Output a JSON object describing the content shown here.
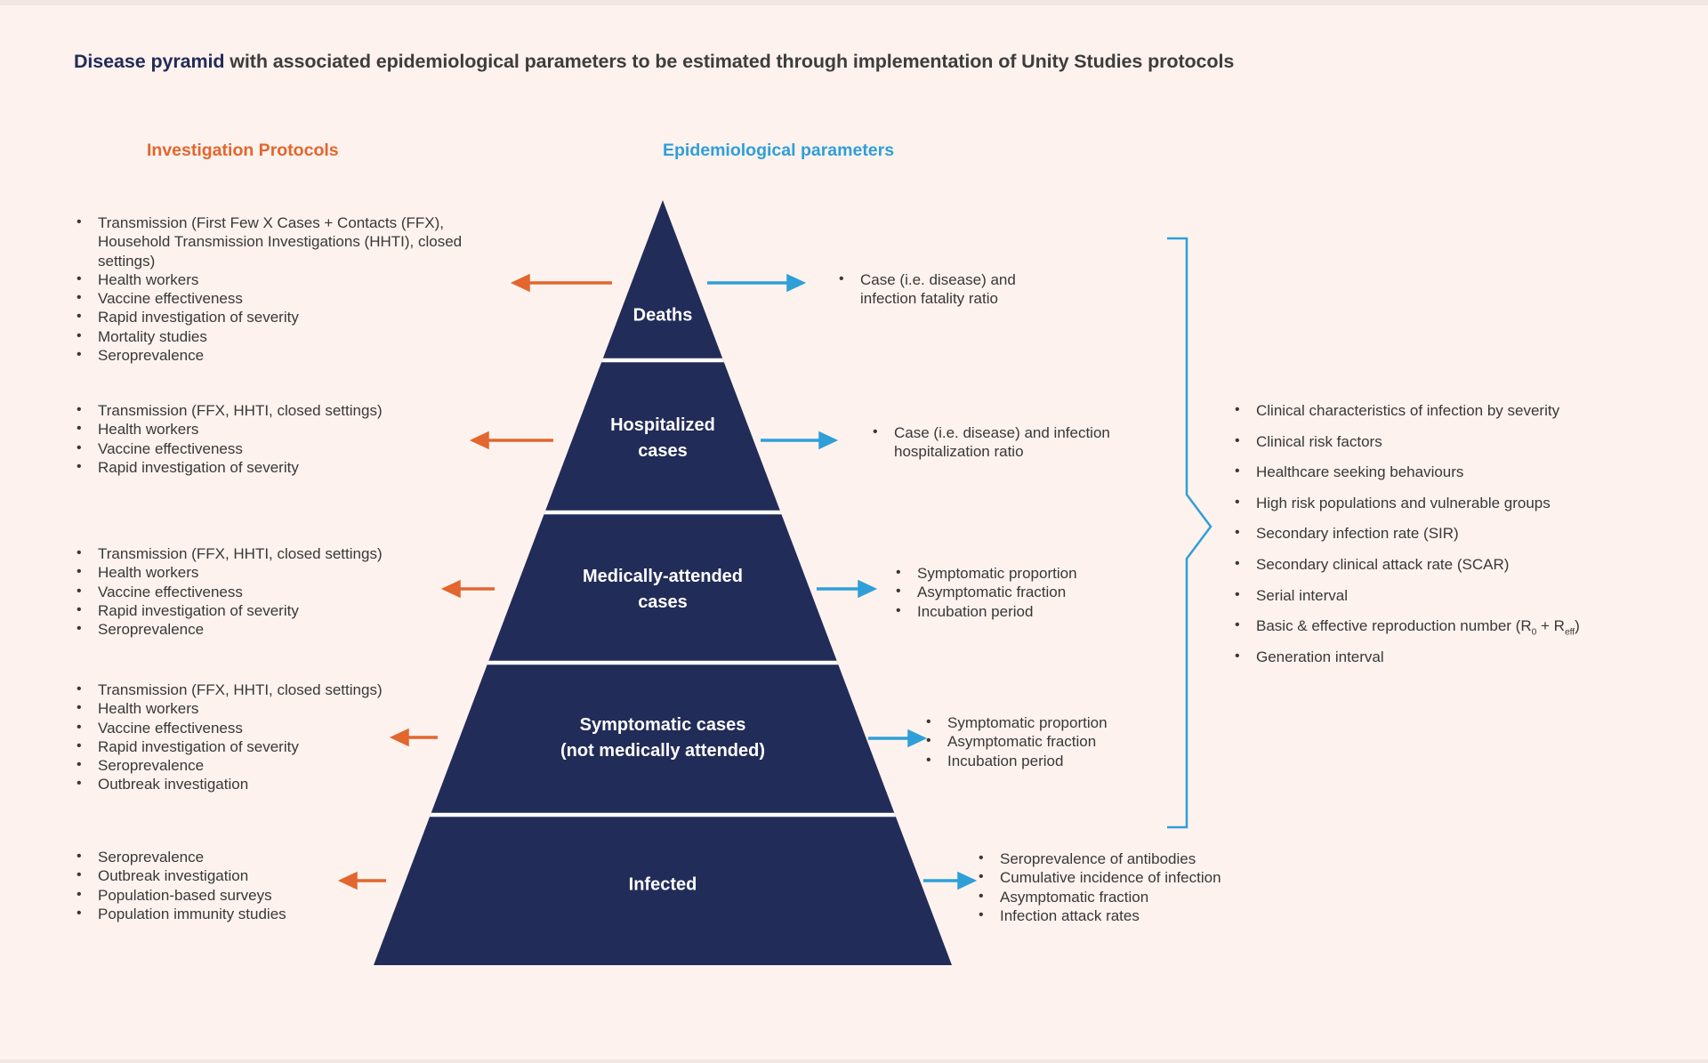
{
  "colors": {
    "background": "#fdf2ee",
    "pyramid_navy": "#222c58",
    "orange_accent": "#e2662e",
    "blue_accent": "#2f9fd8",
    "body_text": "#3a3a3a",
    "divider_white": "#ffffff"
  },
  "title": {
    "highlight": "Disease pyramid",
    "rest": "with associated epidemiological parameters to be estimated through implementation of Unity Studies protocols"
  },
  "headers": {
    "left": "Investigation Protocols",
    "right": "Epidemiological parameters"
  },
  "pyramid_levels": [
    {
      "label": "Deaths"
    },
    {
      "label": "Hospitalized\ncases"
    },
    {
      "label": "Medically-attended\ncases"
    },
    {
      "label": "Symptomatic cases\n(not medically attended)"
    },
    {
      "label": "Infected"
    }
  ],
  "investigation_protocols": [
    {
      "level": "Deaths",
      "items": [
        "Transmission (First Few X Cases + Contacts (FFX), Household Transmission Investigations (HHTI), closed settings)",
        "Health workers",
        "Vaccine effectiveness",
        "Rapid investigation of severity",
        "Mortality studies",
        "Seroprevalence"
      ]
    },
    {
      "level": "Hospitalized cases",
      "items": [
        "Transmission (FFX, HHTI, closed settings)",
        "Health workers",
        "Vaccine effectiveness",
        "Rapid investigation of severity"
      ]
    },
    {
      "level": "Medically-attended cases",
      "items": [
        "Transmission (FFX, HHTI, closed settings)",
        "Health workers",
        "Vaccine effectiveness",
        "Rapid investigation of severity",
        "Seroprevalence"
      ]
    },
    {
      "level": "Symptomatic cases (not medically attended)",
      "items": [
        "Transmission (FFX, HHTI, closed settings)",
        "Health workers",
        "Vaccine effectiveness",
        "Rapid investigation of severity",
        "Seroprevalence",
        "Outbreak investigation"
      ]
    },
    {
      "level": "Infected",
      "items": [
        "Seroprevalence",
        "Outbreak investigation",
        "Population-based surveys",
        "Population immunity studies"
      ]
    }
  ],
  "epidemiological_parameters": [
    {
      "level": "Deaths",
      "items": [
        "Case (i.e. disease) and infection fatality ratio"
      ]
    },
    {
      "level": "Hospitalized cases",
      "items": [
        "Case (i.e. disease) and infection hospitalization ratio"
      ]
    },
    {
      "level": "Medically-attended cases",
      "items": [
        "Symptomatic proportion",
        "Asymptomatic fraction",
        "Incubation period"
      ]
    },
    {
      "level": "Symptomatic cases (not medically attended)",
      "items": [
        "Symptomatic proportion",
        "Asymptomatic fraction",
        "Incubation period"
      ]
    },
    {
      "level": "Infected",
      "items": [
        "Seroprevalence of antibodies",
        "Cumulative incidence of infection",
        "Asymptomatic fraction",
        "Infection attack rates"
      ]
    }
  ],
  "grouped_parameters": [
    "Clinical characteristics of infection by severity",
    "Clinical risk factors",
    "Healthcare seeking behaviours",
    "High risk populations and vulnerable groups",
    "Secondary infection rate (SIR)",
    "Secondary clinical attack rate (SCAR)",
    "Serial interval",
    {
      "html": "Basic &amp; effective reproduction number (R<sub>0</sub> + R<sub>eff</sub>)"
    },
    "Generation interval"
  ]
}
